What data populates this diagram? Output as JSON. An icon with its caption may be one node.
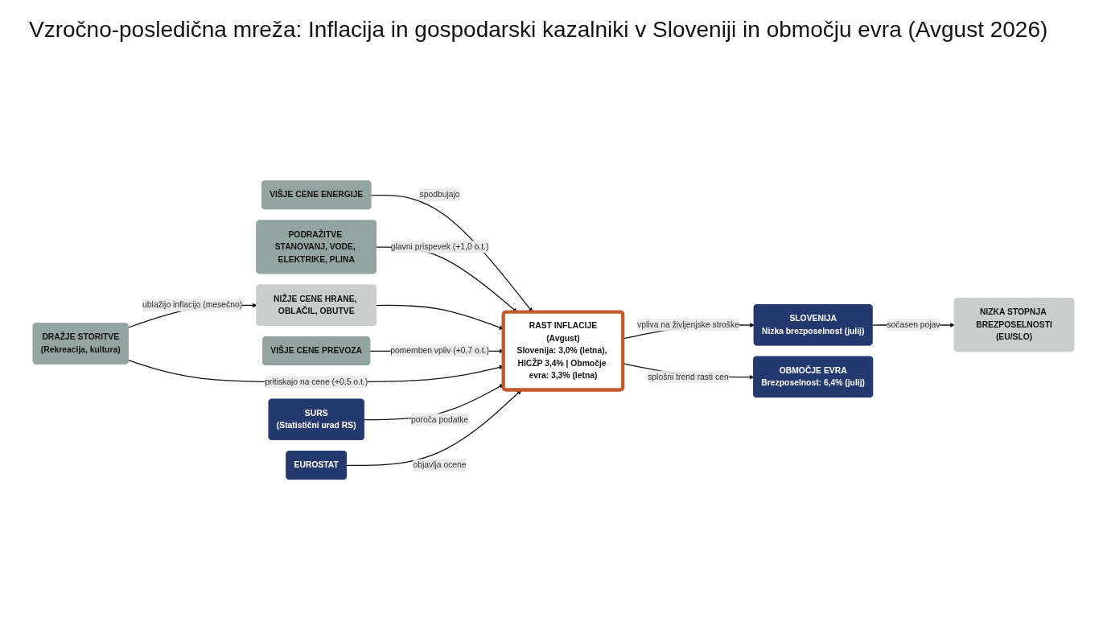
{
  "diagram": {
    "title": "Vzročno-posledična mreža: Inflacija in gospodarski kazalniki v Sloveniji in območju evra (Avgust 2026)",
    "nodes": [
      {
        "text": [
          "VIŠJE CENE ENERGIJE"
        ]
      },
      {
        "text": [
          "PODRAŽITVE STANOVANJ, VODE, ELEKTRIKE, PLINA"
        ]
      },
      {
        "text": [
          "NIŽJE CENE HRANE, OBLAČIL, OBUTVE"
        ]
      },
      {
        "text": [
          "VIŠJE CENE PREVOZA"
        ]
      },
      {
        "text": [
          "DRAŽJE STORITVE",
          "(Rekreacija, kultura)"
        ]
      },
      {
        "text": [
          "SURS",
          "(Statistični urad RS)"
        ]
      },
      {
        "text": [
          "EUROSTAT"
        ]
      },
      {
        "text": [
          "RAST INFLACIJE",
          "(Avgust)",
          "Slovenija: 3,0% (letna), HICŽP 3,4% | Območje evra: 3,3% (letna)"
        ]
      },
      {
        "text": [
          "SLOVENIJA",
          "Nizka brezposelnost (julij)"
        ]
      },
      {
        "text": [
          "OBMOČJE EVRA",
          "Brezposelnost: 6,4% (julij)"
        ]
      },
      {
        "text": [
          "NIZKA STOPNJA BREZPOSELNOSTI",
          "(EU/SLO)"
        ]
      }
    ],
    "edges": [
      {
        "from": 0,
        "to": 7,
        "arrow": "to",
        "label": "spodbujajo"
      },
      {
        "from": 1,
        "to": 7,
        "arrow": "to",
        "label": "glavni prispevek (+1,0 o.t.)"
      },
      {
        "from": 2,
        "to": 7,
        "arrow": "to"
      },
      {
        "from": 3,
        "to": 7,
        "arrow": "to",
        "label": "pomemben vpliv (+0,7 o.t.)"
      },
      {
        "from": 4,
        "to": 7,
        "arrow": "to",
        "label": "pritiskajo na cene (+0,5 o.t.)"
      },
      {
        "from": 4,
        "to": 2,
        "arrow": "to",
        "label": "ublažijo inflacijo (mesečno)"
      },
      {
        "from": 5,
        "to": 7,
        "arrow": "to",
        "label": "poroča podatke"
      },
      {
        "from": 6,
        "to": 7,
        "arrow": "to",
        "label": "objavlja ocene"
      },
      {
        "from": 7,
        "to": 8,
        "arrow": "to",
        "label": "vpliva na življenjske stroške"
      },
      {
        "from": 7,
        "to": 9,
        "arrow": "to",
        "label": "splošni trend rasti cen"
      },
      {
        "from": 8,
        "to": 10,
        "arrow": "to",
        "label": "sočasen pojav"
      }
    ]
  }
}
